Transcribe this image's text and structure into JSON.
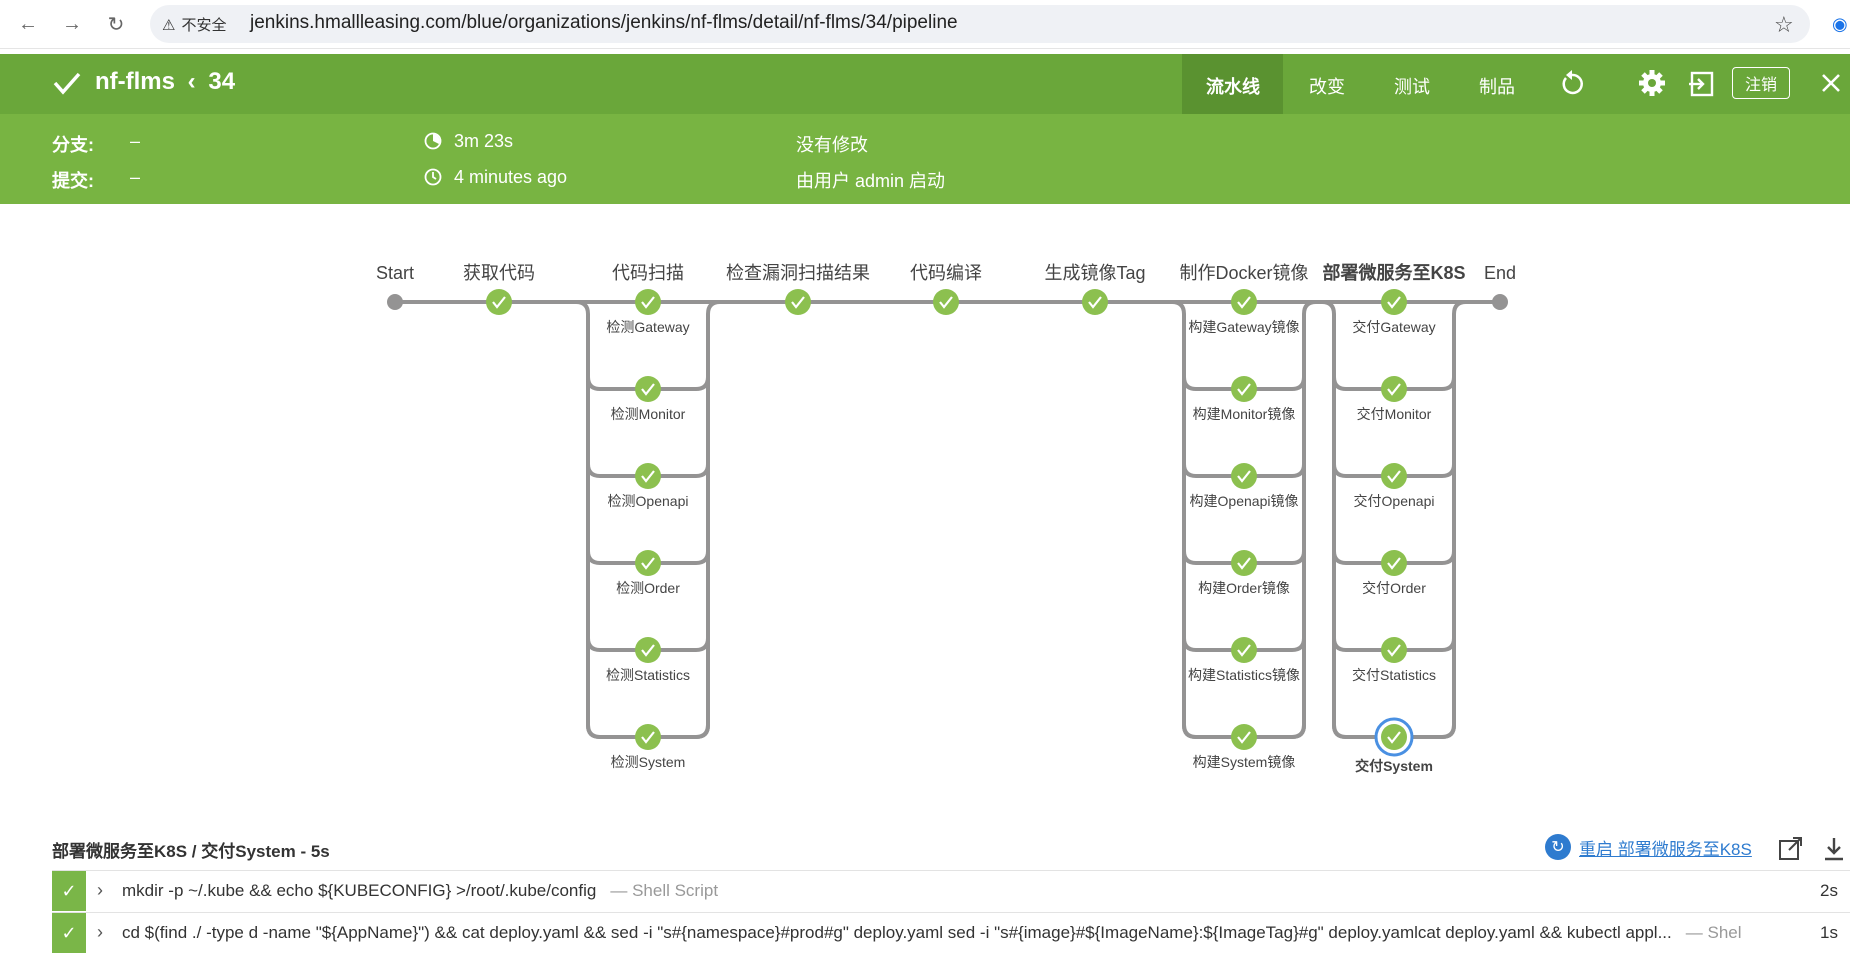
{
  "browser": {
    "security_label": "不安全",
    "url": "jenkins.hmallleasing.com/blue/organizations/jenkins/nf-flms/detail/nf-flms/34/pipeline"
  },
  "header": {
    "run_name": "nf-flms",
    "run_number": "34",
    "tabs": [
      "流水线",
      "改变",
      "测试",
      "制品"
    ],
    "active_tab": "流水线",
    "logout_label": "注销"
  },
  "run_info": {
    "branch_label": "分支:",
    "branch_value": "–",
    "commit_label": "提交:",
    "commit_value": "–",
    "duration": "3m 23s",
    "started_ago": "4 minutes ago",
    "changes": "没有修改",
    "started_by": "由用户 admin 启动"
  },
  "pipeline": {
    "start_label": "Start",
    "end_label": "End",
    "stages": [
      {
        "name": "获取代码",
        "branches": []
      },
      {
        "name": "代码扫描",
        "branches": [
          "检测Gateway",
          "检测Monitor",
          "检测Openapi",
          "检测Order",
          "检测Statistics",
          "检测System"
        ]
      },
      {
        "name": "检查漏洞扫描结果",
        "branches": []
      },
      {
        "name": "代码编译",
        "branches": []
      },
      {
        "name": "生成镜像Tag",
        "branches": []
      },
      {
        "name": "制作Docker镜像",
        "branches": [
          "构建Gateway镜像",
          "构建Monitor镜像",
          "构建Openapi镜像",
          "构建Order镜像",
          "构建Statistics镜像",
          "构建System镜像"
        ]
      },
      {
        "name": "部署微服务至K8S",
        "branches": [
          "交付Gateway",
          "交付Monitor",
          "交付Openapi",
          "交付Order",
          "交付Statistics",
          "交付System"
        ]
      }
    ],
    "selected_stage": "部署微服务至K8S",
    "selected_branch": "交付System",
    "colors": {
      "success": "#8cc04f",
      "line": "#949393",
      "selected_ring": "#4a90e2"
    }
  },
  "step_log": {
    "title": "部署微服务至K8S / 交付System - 5s",
    "rerun_label": "重启 部署微服务至K8S",
    "steps": [
      {
        "command": "mkdir -p ~/.kube && echo ${KUBECONFIG} >/root/.kube/config",
        "type": "— Shell Script",
        "duration": "2s"
      },
      {
        "command": "cd $(find ./ -type d -name \"${AppName}\") && cat deploy.yaml && sed -i \"s#{namespace}#prod#g\" deploy.yaml sed -i \"s#{image}#${ImageName}:${ImageTag}#g\" deploy.yamlcat deploy.yaml && kubectl appl...",
        "type": "— Shell Script",
        "duration": "1s"
      }
    ]
  }
}
